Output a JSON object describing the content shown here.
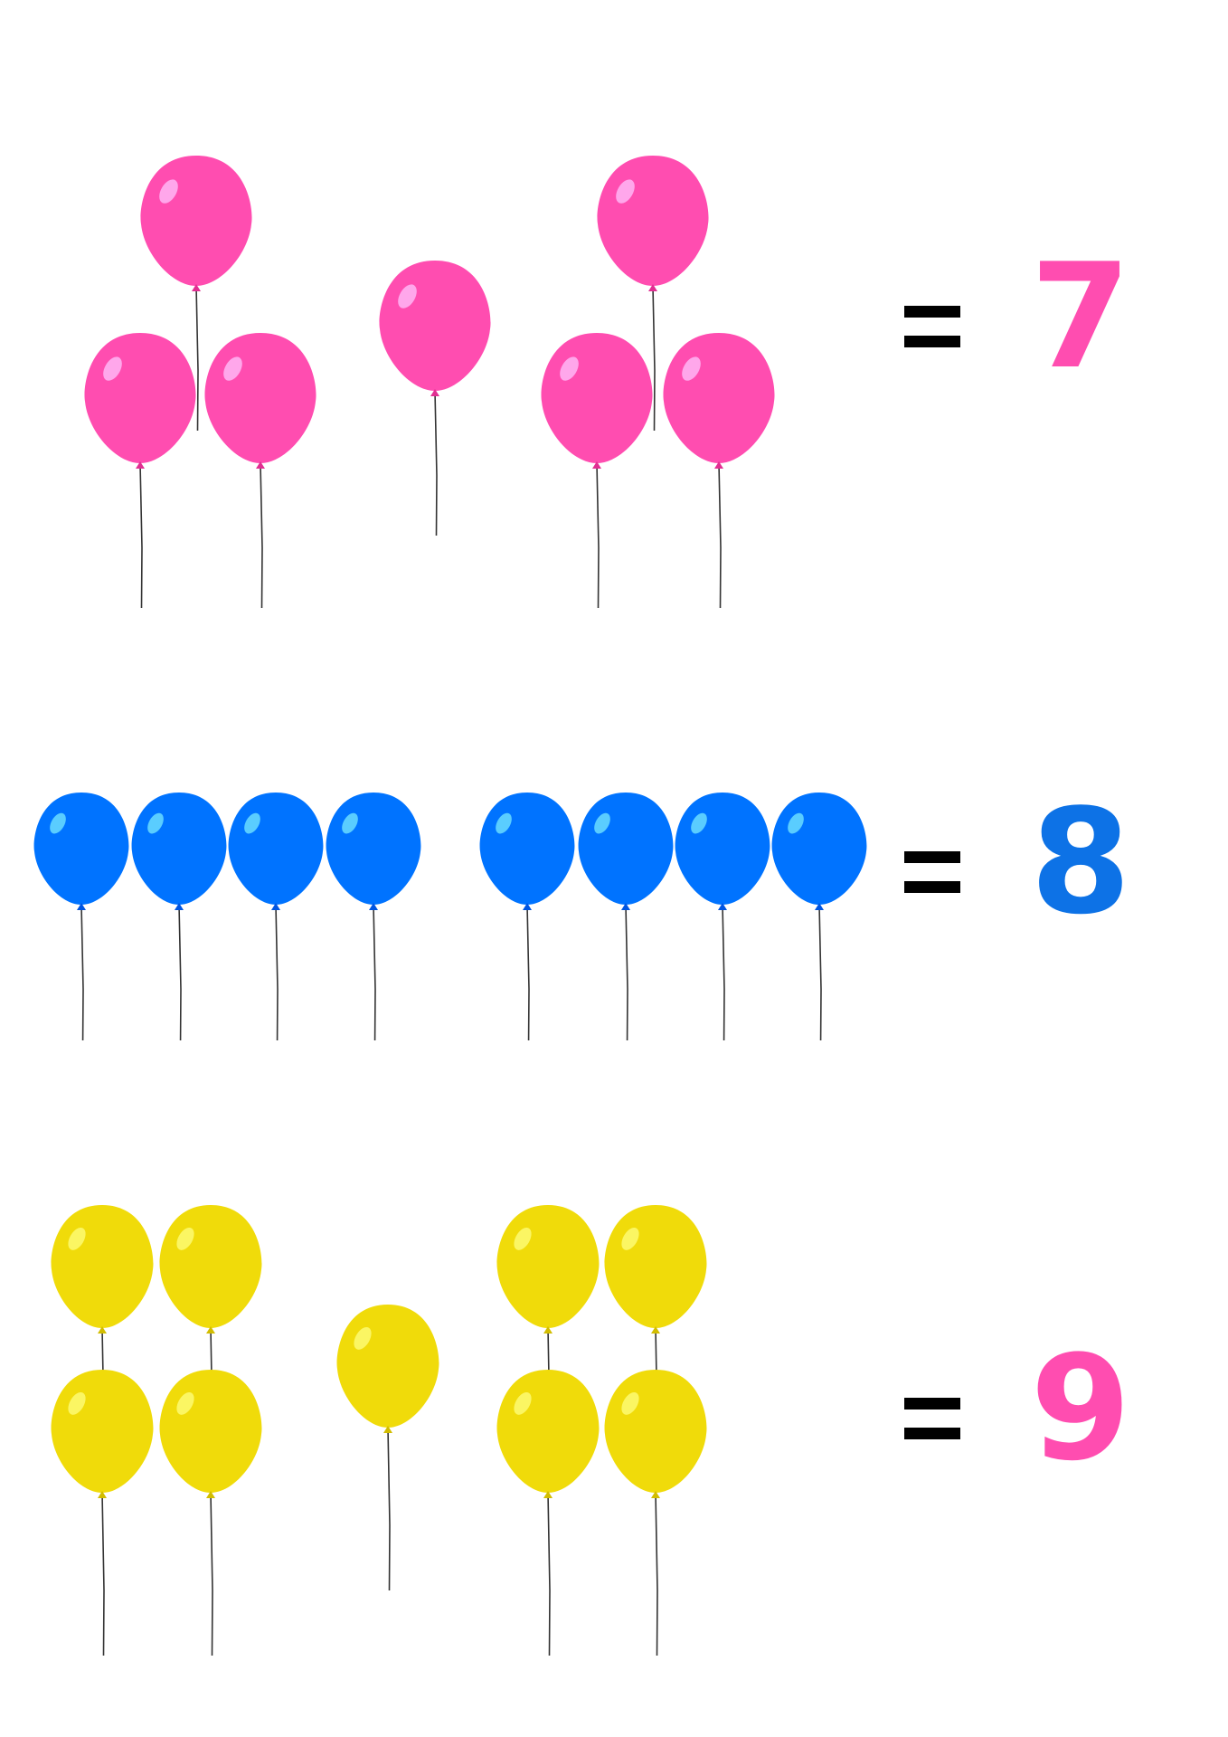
{
  "rows": [
    {
      "id": "pink",
      "answer": "7",
      "count": 7,
      "balloon_color": "#ff4db0",
      "number_color": "#ff4db0",
      "equals": "="
    },
    {
      "id": "blue",
      "answer": "8",
      "count": 8,
      "balloon_color": "#0073ff",
      "number_color": "#0d72e6",
      "equals": "="
    },
    {
      "id": "yellow",
      "answer": "9",
      "count": 9,
      "balloon_color": "#f0db0a",
      "number_color": "#ff4db0",
      "equals": "="
    }
  ],
  "colors": {
    "string": "#333333",
    "equals": "#000000"
  }
}
